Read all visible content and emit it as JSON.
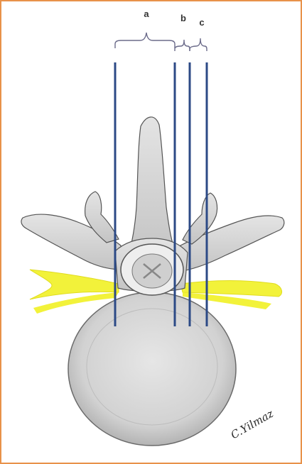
{
  "labels": {
    "a": "a",
    "b": "b",
    "c": "c"
  },
  "signature": "C.Yilmaz",
  "colors": {
    "border": "#e8924a",
    "needle": "#2c4a86",
    "nerve": "#f2f23a",
    "bone_fill": "#d8d8d8",
    "bone_stroke": "#555555",
    "disc_fill": "#d4d4d4",
    "canal_fill": "#eeeeee"
  }
}
